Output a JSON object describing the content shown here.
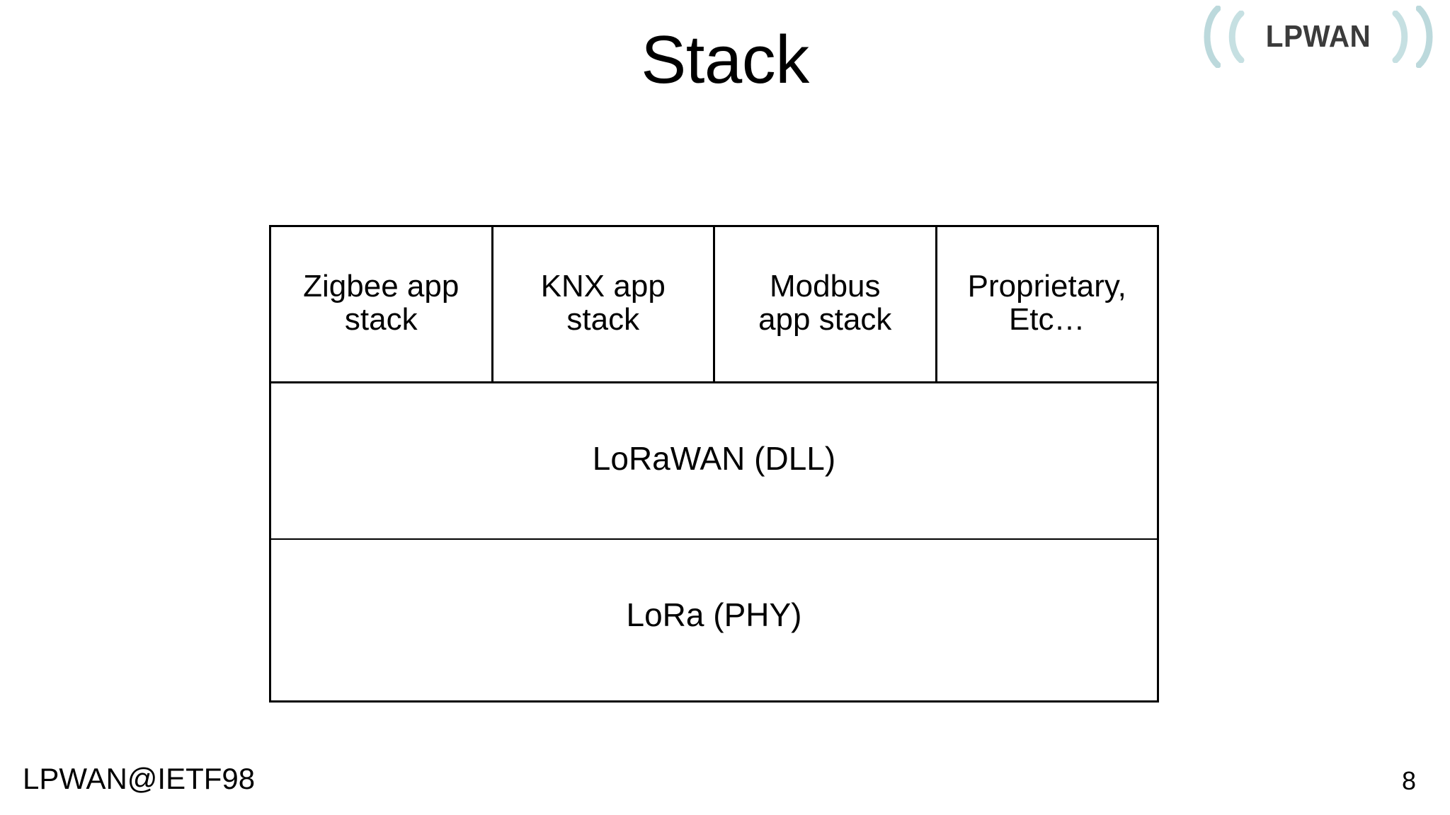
{
  "slide": {
    "title": "Stack",
    "page_number": "8",
    "background_color": "#ffffff",
    "text_color": "#000000"
  },
  "logo": {
    "name": "LPWAN",
    "text": "LPWAN",
    "text_color": "#3b3b3b",
    "arc_color": "#bcd9dc",
    "left_arcs": [
      "(",
      "("
    ],
    "right_arcs": [
      ")",
      ")"
    ]
  },
  "stack_diagram": {
    "border_color": "#000000",
    "rows": [
      {
        "name": "application-layer",
        "cells": [
          {
            "label": "Zigbee app\nstack"
          },
          {
            "label": "KNX app\nstack"
          },
          {
            "label": "Modbus\napp stack"
          },
          {
            "label": "Proprietary,\nEtc…"
          }
        ]
      },
      {
        "name": "data-link-layer",
        "cells": [
          {
            "label": "LoRaWAN (DLL)"
          }
        ]
      },
      {
        "name": "physical-layer",
        "cells": [
          {
            "label": "LoRa (PHY)"
          }
        ]
      }
    ]
  },
  "footer": {
    "left_text": "LPWAN@IETF98"
  }
}
